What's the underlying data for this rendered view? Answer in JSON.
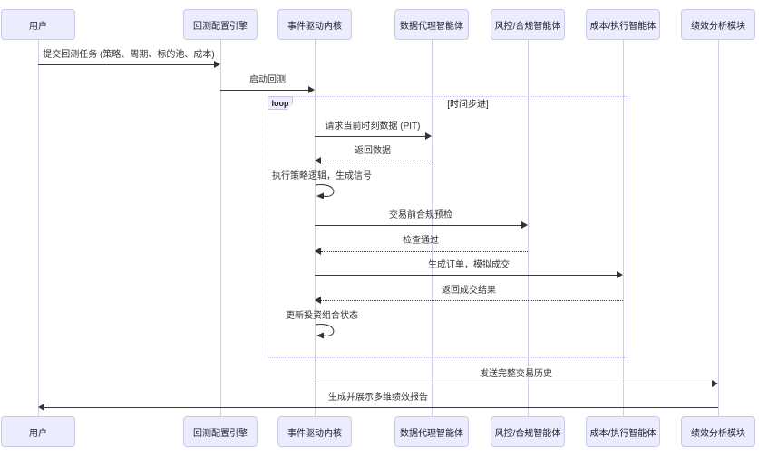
{
  "diagram": {
    "type": "sequence-diagram",
    "loop": {
      "label": "loop",
      "condition": "[时间步进]"
    }
  },
  "actors": [
    {
      "id": "user",
      "label": "用户"
    },
    {
      "id": "config",
      "label": "回测配置引擎"
    },
    {
      "id": "kernel",
      "label": "事件驱动内核"
    },
    {
      "id": "data",
      "label": "数据代理智能体"
    },
    {
      "id": "risk",
      "label": "风控/合规智能体"
    },
    {
      "id": "cost",
      "label": "成本/执行智能体"
    },
    {
      "id": "perf",
      "label": "绩效分析模块"
    }
  ],
  "messages": [
    {
      "text": "提交回测任务 (策略、周期、标的池、成本)",
      "from": "用户",
      "to": "回测配置引擎",
      "style": "solid"
    },
    {
      "text": "启动回测",
      "from": "回测配置引擎",
      "to": "事件驱动内核",
      "style": "solid"
    },
    {
      "text": "请求当前时刻数据 (PIT)",
      "from": "事件驱动内核",
      "to": "数据代理智能体",
      "style": "solid"
    },
    {
      "text": "返回数据",
      "from": "数据代理智能体",
      "to": "事件驱动内核",
      "style": "dotted"
    },
    {
      "text": "执行策略逻辑，生成信号",
      "from": "事件驱动内核",
      "to": "事件驱动内核",
      "style": "self"
    },
    {
      "text": "交易前合规预检",
      "from": "事件驱动内核",
      "to": "风控/合规智能体",
      "style": "solid"
    },
    {
      "text": "检查通过",
      "from": "风控/合规智能体",
      "to": "事件驱动内核",
      "style": "dotted"
    },
    {
      "text": "生成订单，模拟成交",
      "from": "事件驱动内核",
      "to": "成本/执行智能体",
      "style": "solid"
    },
    {
      "text": "返回成交结果",
      "from": "成本/执行智能体",
      "to": "事件驱动内核",
      "style": "dotted"
    },
    {
      "text": "更新投资组合状态",
      "from": "事件驱动内核",
      "to": "事件驱动内核",
      "style": "self"
    },
    {
      "text": "发送完整交易历史",
      "from": "事件驱动内核",
      "to": "绩效分析模块",
      "style": "solid"
    },
    {
      "text": "生成并展示多维绩效报告",
      "from": "绩效分析模块",
      "to": "用户",
      "style": "solid"
    }
  ],
  "colors": {
    "actor_fill": "#ECECFF",
    "actor_border": "#C9C9E8",
    "lifeline": "#CECEE6",
    "message_line": "#333333",
    "loop_border": "#C3C3E8"
  }
}
